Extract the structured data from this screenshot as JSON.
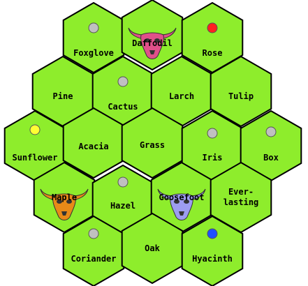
{
  "board": {
    "background": "#8eed2c",
    "border": "#000000",
    "tiles": [
      {
        "id": "foxglove",
        "label": "Foxglove"
      },
      {
        "id": "daffodil",
        "label": "Daffodil"
      },
      {
        "id": "rose",
        "label": "Rose"
      },
      {
        "id": "pine",
        "label": "Pine"
      },
      {
        "id": "cactus",
        "label": "Cactus"
      },
      {
        "id": "larch",
        "label": "Larch"
      },
      {
        "id": "tulip",
        "label": "Tulip"
      },
      {
        "id": "sunflower",
        "label": "Sunflower"
      },
      {
        "id": "acacia",
        "label": "Acacia"
      },
      {
        "id": "grass",
        "label": "Grass"
      },
      {
        "id": "iris",
        "label": "Iris"
      },
      {
        "id": "box",
        "label": "Box"
      },
      {
        "id": "maple",
        "label": "Maple"
      },
      {
        "id": "hazel",
        "label": "Hazel"
      },
      {
        "id": "goosefoot",
        "label": "Goosefoot"
      },
      {
        "id": "everlasting",
        "label": "Ever-lasting",
        "line1": "Ever-",
        "line2": "lasting"
      },
      {
        "id": "coriander",
        "label": "Coriander"
      },
      {
        "id": "oak",
        "label": "Oak"
      },
      {
        "id": "hyacinth",
        "label": "Hyacinth"
      }
    ],
    "markers": [
      {
        "tile": "foxglove",
        "color": "#c0c0c0"
      },
      {
        "tile": "rose",
        "color": "#ff2020"
      },
      {
        "tile": "cactus",
        "color": "#c0c0c0"
      },
      {
        "tile": "sunflower",
        "color": "#ffff33"
      },
      {
        "tile": "iris",
        "color": "#c0c0c0"
      },
      {
        "tile": "box",
        "color": "#c0c0c0"
      },
      {
        "tile": "hazel",
        "color": "#c0c0c0"
      },
      {
        "tile": "coriander",
        "color": "#c0c0c0"
      },
      {
        "tile": "hyacinth",
        "color": "#1f4fff"
      }
    ],
    "pieces": [
      {
        "tile": "daffodil",
        "icon": "ox-skull-icon",
        "color": "#e0508a"
      },
      {
        "tile": "maple",
        "icon": "ox-skull-icon",
        "color": "#e88a18"
      },
      {
        "tile": "goosefoot",
        "icon": "ox-skull-icon",
        "color": "#9d9df0"
      }
    ]
  }
}
